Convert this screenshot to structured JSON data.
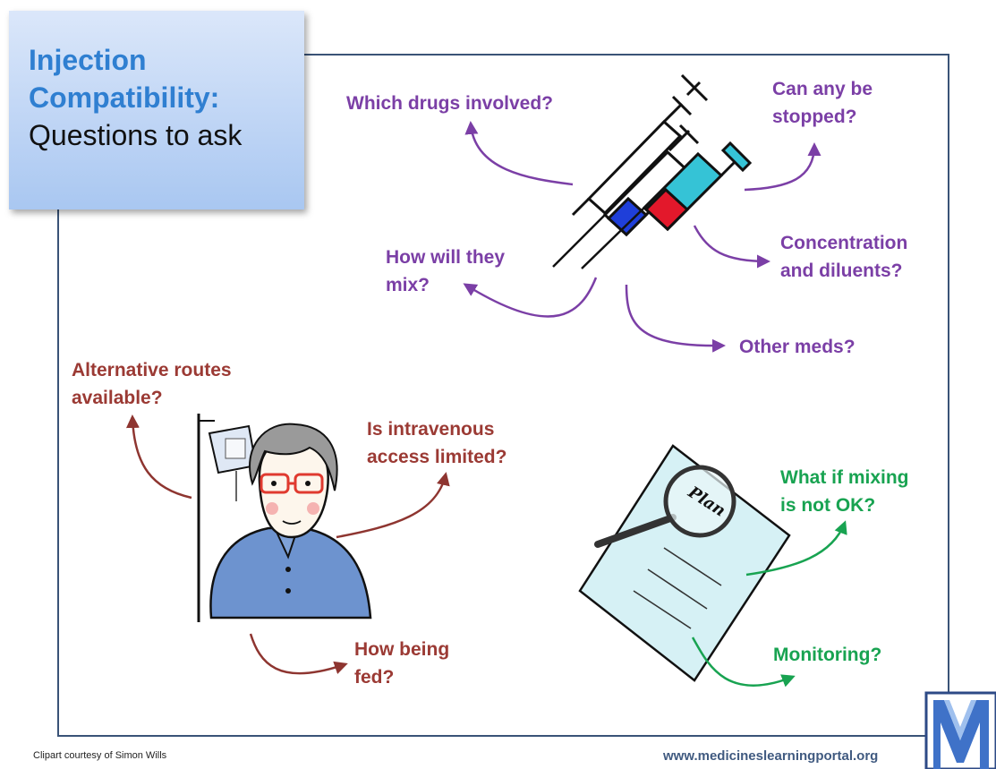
{
  "title": {
    "line1": "Injection",
    "line2": "Compatibility:",
    "line3": "Questions to ask"
  },
  "syringe_questions": {
    "which_drugs": "Which drugs involved?",
    "stopped_1": "Can any be",
    "stopped_2": "stopped?",
    "concentration_1": "Concentration",
    "concentration_2": "and diluents?",
    "mix_1": "How will they",
    "mix_2": "mix?",
    "other_meds": "Other meds?"
  },
  "patient_questions": {
    "routes_1": "Alternative routes",
    "routes_2": "available?",
    "iv_1": "Is intravenous",
    "iv_2": "access limited?",
    "fed_1": "How being",
    "fed_2": "fed?"
  },
  "plan_questions": {
    "mixing_1": "What if mixing",
    "mixing_2": "is not OK?",
    "monitoring": "Monitoring?"
  },
  "plan_label": "Plan",
  "footer": {
    "credit": "Clipart courtesy of Simon  Wills",
    "url": "www.medicineslearningportal.org"
  },
  "colors": {
    "purple": "#7b3fa6",
    "red": "#9b3a34",
    "green": "#18a351",
    "title_blue": "#2f7fd1",
    "frame": "#3a5377"
  }
}
